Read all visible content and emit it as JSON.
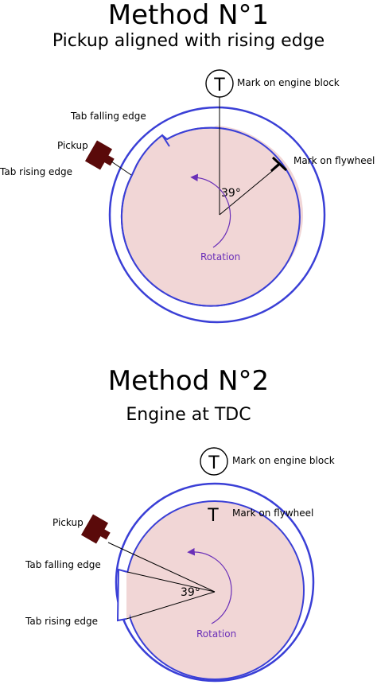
{
  "method1": {
    "title": "Method N°1",
    "subtitle": "Pickup aligned with rising edge",
    "block_mark_symbol": "T",
    "label_block": "Mark on engine block",
    "label_flywheel": "Mark on flywheel",
    "label_tab_falling": "Tab falling edge",
    "label_pickup": "Pickup",
    "label_tab_rising": "Tab rising edge",
    "angle_label": "39°",
    "rotation_label": "Rotation"
  },
  "method2": {
    "title": "Method N°2",
    "subtitle": "Engine at TDC",
    "block_mark_symbol": "T",
    "flywheel_mark_symbol": "T",
    "label_block": "Mark on engine block",
    "label_flywheel": "Mark on flywheel",
    "label_pickup": "Pickup",
    "label_tab_falling": "Tab falling edge",
    "label_tab_rising": "Tab rising edge",
    "angle_label": "39°",
    "rotation_label": "Rotation"
  },
  "colors": {
    "ring": "#3a3fd6",
    "disk_fill": "#f1d6d6",
    "pickup": "#5a0a0a",
    "rotation_arrow": "#6a2fb8"
  }
}
